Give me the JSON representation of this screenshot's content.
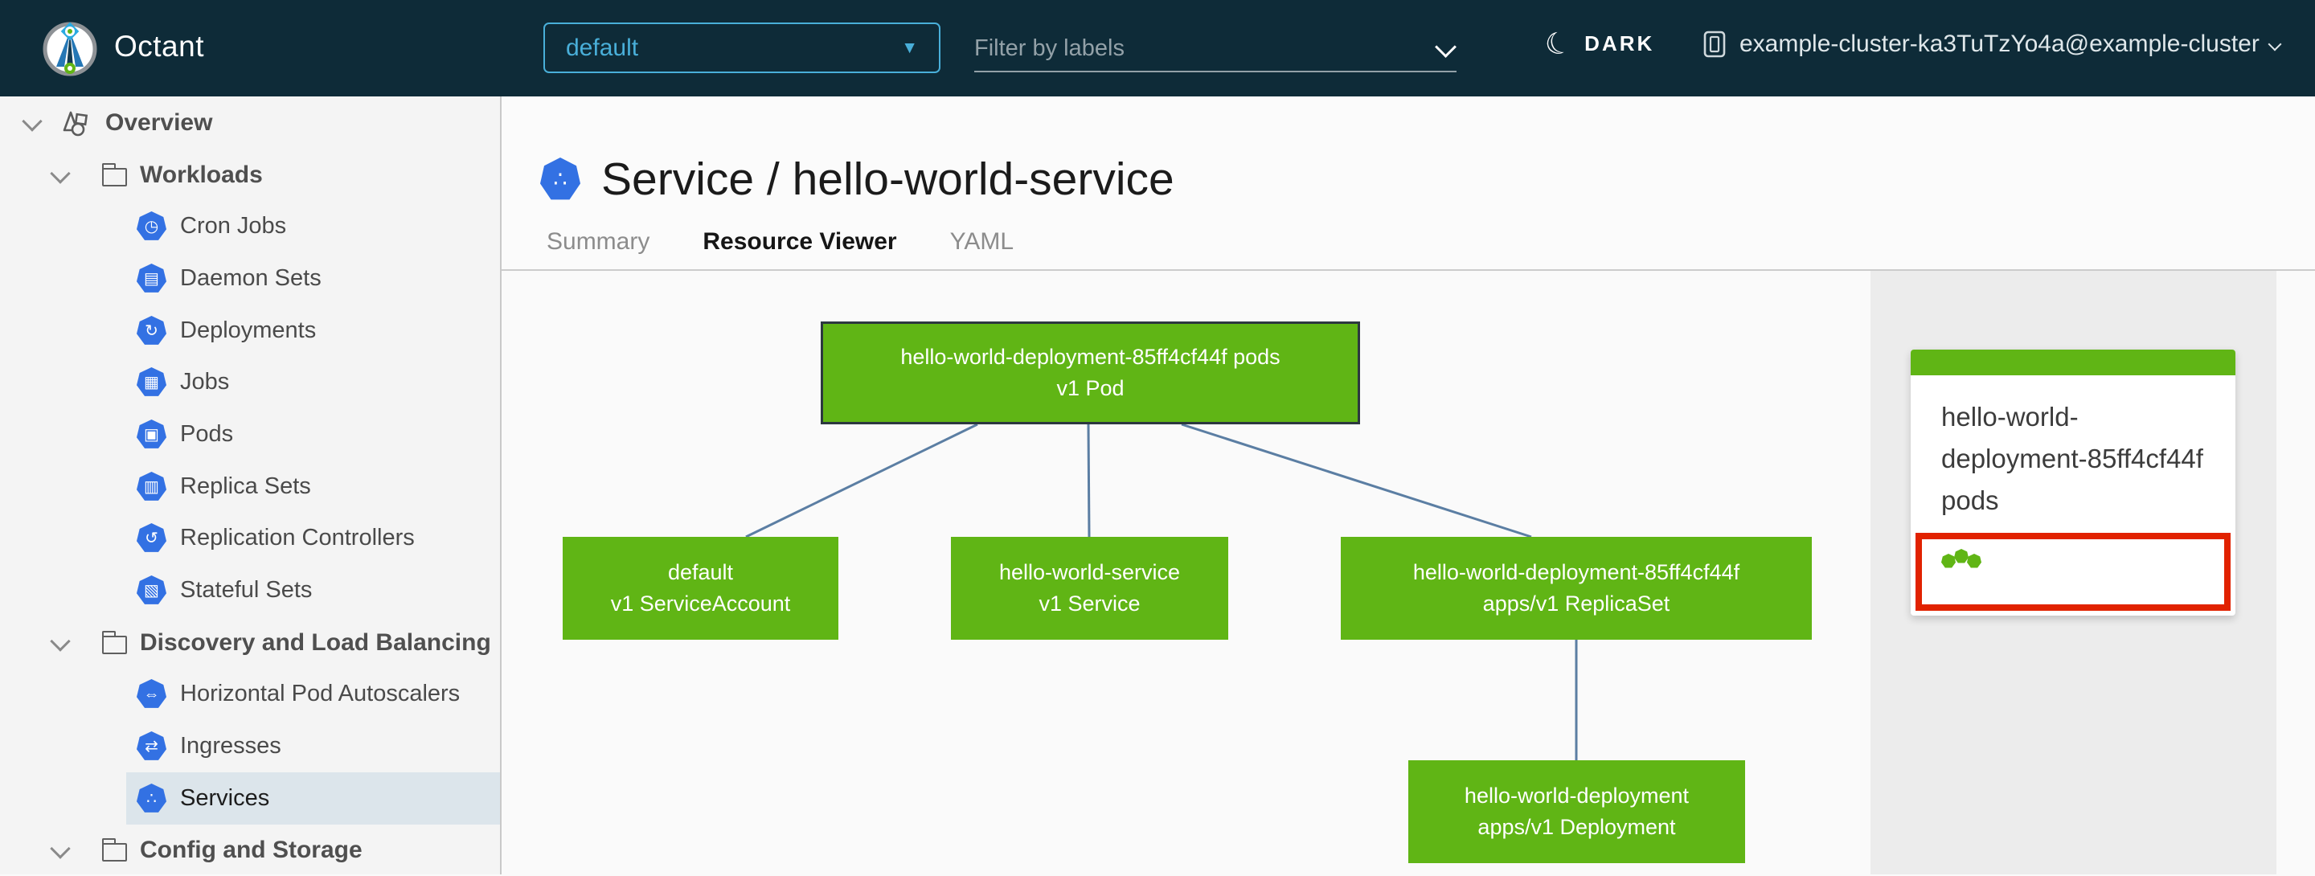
{
  "header": {
    "app_title": "Octant",
    "namespace_selector": {
      "value": "default"
    },
    "filter_input": {
      "placeholder": "Filter by labels"
    },
    "theme_toggle": {
      "label": "DARK"
    },
    "cluster": {
      "label": "example-cluster-ka3TuTzYo4a@example-cluster"
    }
  },
  "icons": {
    "caret_down": "▼",
    "moon": "☾",
    "cron_jobs": "◷",
    "daemon_sets": "▤",
    "deployments": "↻",
    "jobs": "▦",
    "pods": "▣",
    "replica_sets": "▥",
    "replication_controllers": "↺",
    "stateful_sets": "▧",
    "horizontal_pod_autoscalers": "⇔",
    "ingresses": "⇄",
    "services": "∴"
  },
  "sidebar": {
    "items": [
      {
        "label": "Overview"
      },
      {
        "label": "Workloads"
      },
      {
        "label": "Cron Jobs"
      },
      {
        "label": "Daemon Sets"
      },
      {
        "label": "Deployments"
      },
      {
        "label": "Jobs"
      },
      {
        "label": "Pods"
      },
      {
        "label": "Replica Sets"
      },
      {
        "label": "Replication Controllers"
      },
      {
        "label": "Stateful Sets"
      },
      {
        "label": "Discovery and Load Balancing"
      },
      {
        "label": "Horizontal Pod Autoscalers"
      },
      {
        "label": "Ingresses"
      },
      {
        "label": "Services"
      },
      {
        "label": "Config and Storage"
      }
    ],
    "selected": "Services"
  },
  "main": {
    "title": "Service / hello-world-service",
    "tabs": [
      {
        "label": "Summary",
        "active": false
      },
      {
        "label": "Resource Viewer",
        "active": true
      },
      {
        "label": "YAML",
        "active": false
      }
    ]
  },
  "graph": {
    "nodes": {
      "pod": {
        "name": "hello-world-deployment-85ff4cf44f pods",
        "kind": "v1 Pod",
        "status": "ok",
        "selected": true
      },
      "serviceaccount": {
        "name": "default",
        "kind": "v1 ServiceAccount",
        "status": "ok"
      },
      "service": {
        "name": "hello-world-service",
        "kind": "v1 Service",
        "status": "ok"
      },
      "replicaset": {
        "name": "hello-world-deployment-85ff4cf44f",
        "kind": "apps/v1 ReplicaSet",
        "status": "ok"
      },
      "deployment": {
        "name": "hello-world-deployment",
        "kind": "apps/v1 Deployment",
        "status": "ok"
      }
    },
    "edges": [
      [
        "pod",
        "serviceaccount"
      ],
      [
        "pod",
        "service"
      ],
      [
        "pod",
        "replicaset"
      ],
      [
        "replicaset",
        "deployment"
      ]
    ]
  },
  "detail_panel": {
    "card": {
      "title": "hello-world-deployment-85ff4cf44f pods",
      "pod_count": 3,
      "status": "healthy"
    }
  },
  "colors": {
    "header_bg": "#0e2b38",
    "accent_blue": "#49afd9",
    "active_tab_blue": "#0072a3",
    "k8s_icon_blue": "#3371e3",
    "node_green": "#60b515",
    "edge_blue": "#5b7ea3",
    "highlight_red": "#e12200",
    "panel_gray": "#ececec",
    "selected_row": "#dce5eb"
  }
}
